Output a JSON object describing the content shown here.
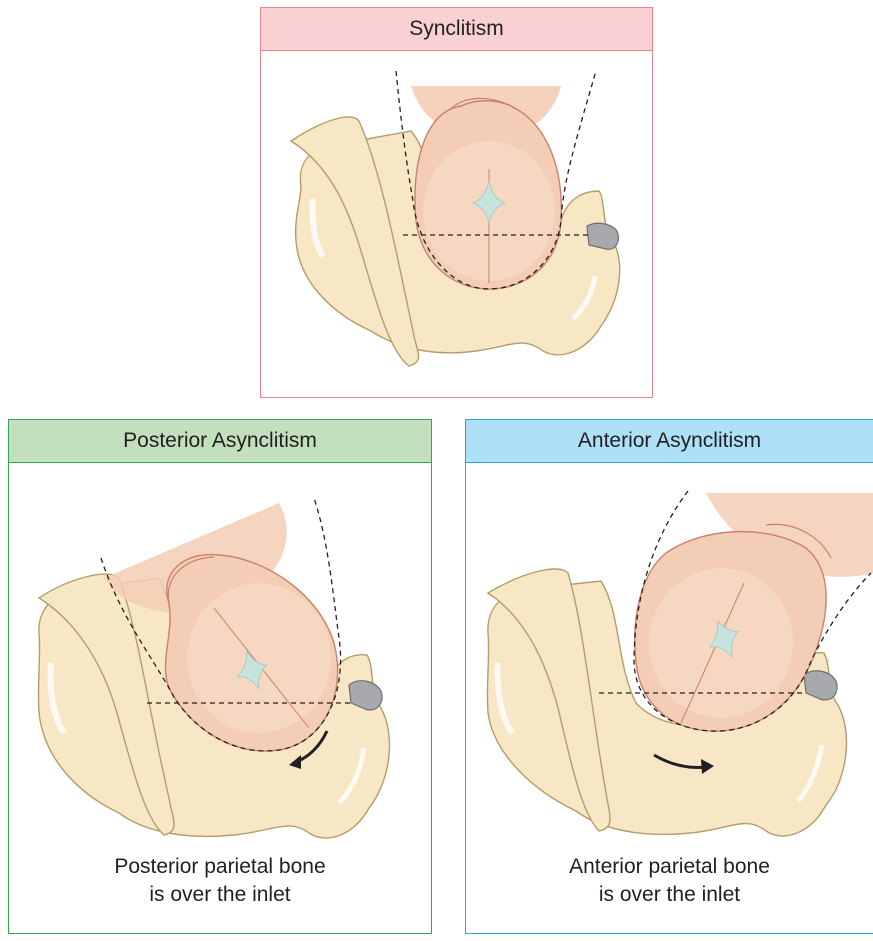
{
  "panels": {
    "synclitism": {
      "title": "Synclitism"
    },
    "posterior": {
      "title": "Posterior Asynclitism",
      "caption_line1": "Posterior parietal bone",
      "caption_line2": "is over the inlet"
    },
    "anterior": {
      "title": "Anterior Asynclitism",
      "caption_line1": "Anterior parietal bone",
      "caption_line2": "is over the inlet"
    }
  },
  "colors": {
    "bone": "#f7e7c4",
    "bone_edge": "#b59d6a",
    "head": "#f3cdb5",
    "head_inner": "#f7dcc6",
    "fontanelle": "#c6e3de",
    "sacrum": "#a7a9ac",
    "synclitism_border": "#e8858c",
    "synclitism_header": "#f9d1d2",
    "posterior_border": "#2fa84f",
    "posterior_header": "#c2e0bd",
    "anterior_border": "#2aa3d8",
    "anterior_header": "#aee1f7"
  }
}
